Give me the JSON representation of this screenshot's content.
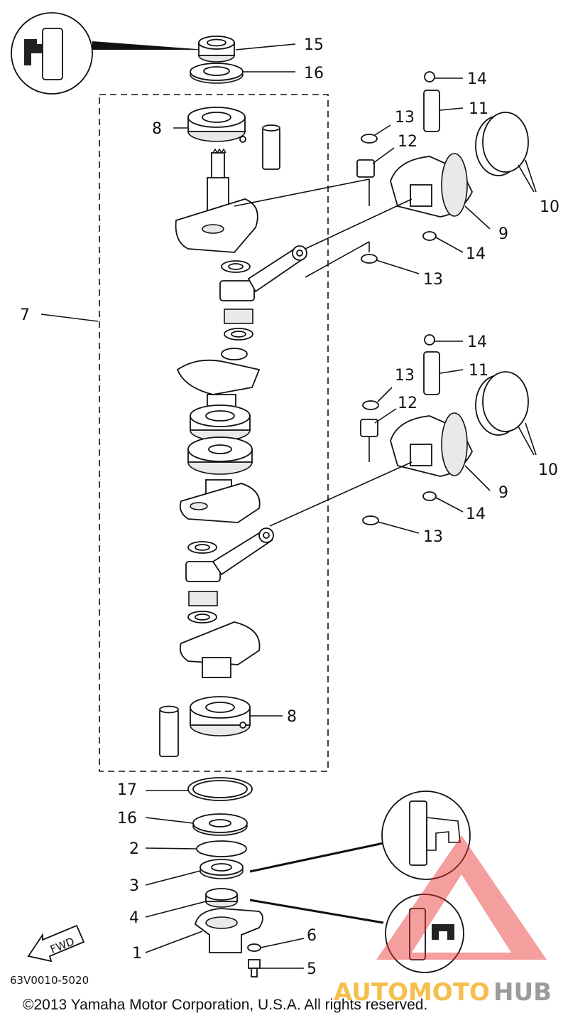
{
  "labels": {
    "p1": "1",
    "p2": "2",
    "p3": "3",
    "p4": "4",
    "p5": "5",
    "p6": "6",
    "p7": "7",
    "p8a": "8",
    "p8b": "8",
    "p9a": "9",
    "p9b": "9",
    "p10a": "10",
    "p10b": "10",
    "p11a": "11",
    "p11b": "11",
    "p12a": "12",
    "p12b": "12",
    "p13a": "13",
    "p13b": "13",
    "p13c": "13",
    "p13d": "13",
    "p14a": "14",
    "p14b": "14",
    "p14c": "14",
    "p14d": "14",
    "p15": "15",
    "p16a": "16",
    "p16b": "16",
    "p17": "17"
  },
  "fwd_label": "FWD",
  "diagram_code": "63V0010-5020",
  "copyright": "©2013 Yamaha Motor Corporation, U.S.A. All rights reserved.",
  "watermark": {
    "part1": "AUTOMOTO",
    "part2": "HUB",
    "color1": "#f5b52e",
    "color2": "#8a8a8a",
    "triangle_color": "#e83030"
  }
}
